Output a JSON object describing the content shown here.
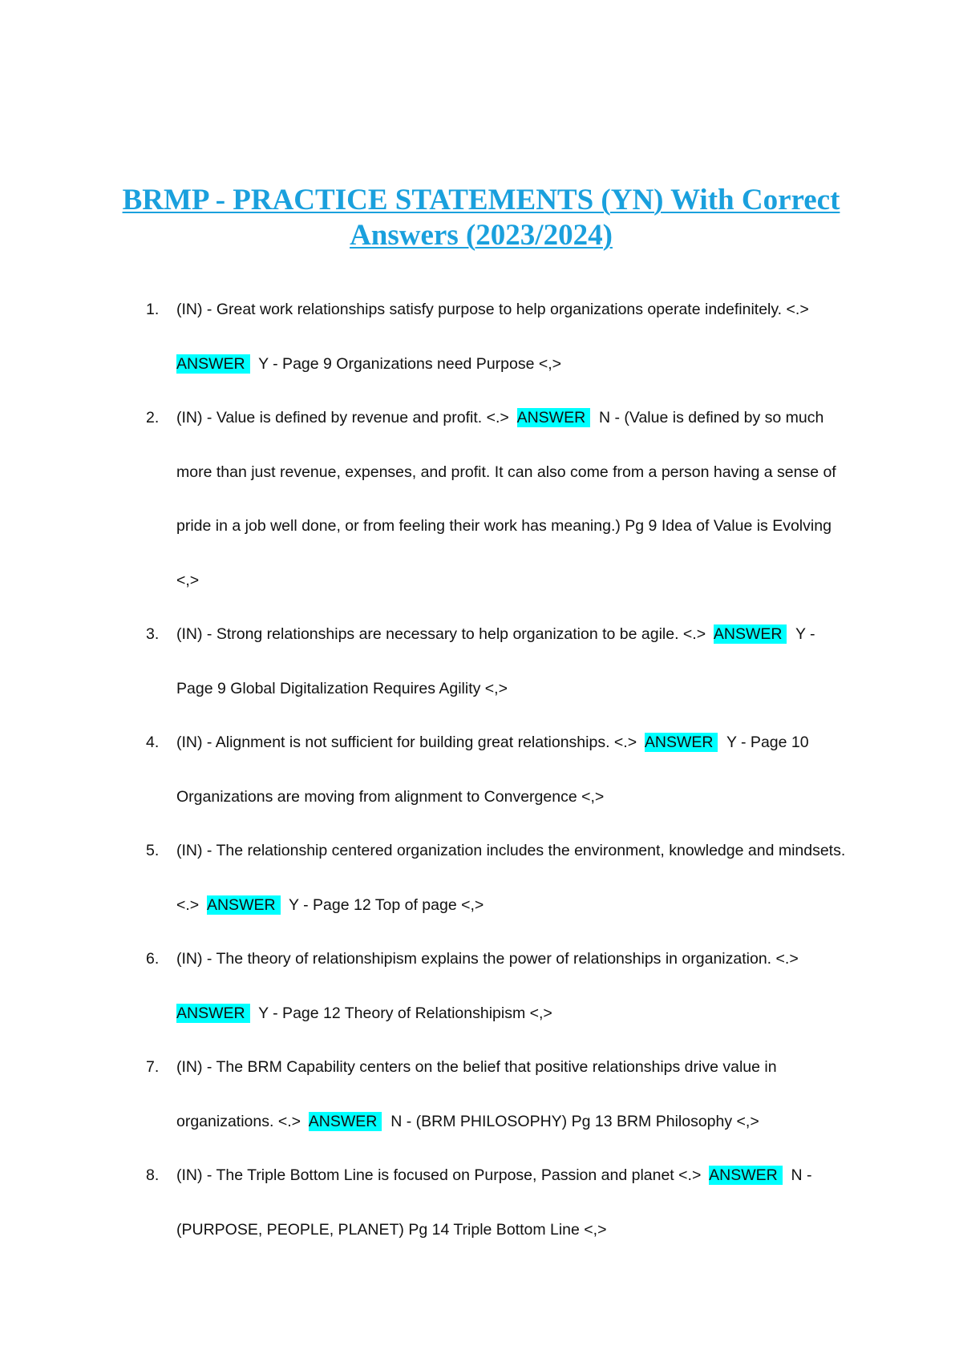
{
  "document": {
    "title": "BRMP - PRACTICE STATEMENTS (YN) With Correct Answers (2023/2024)",
    "answer_label": "ANSWER",
    "highlight_color": "#00ffff",
    "title_color": "#1aa0dd",
    "questions": [
      {
        "number": "1.",
        "statement": "(IN) - Great work relationships satisfy purpose to help organizations operate indefinitely. <.>",
        "answer": "Y - Page 9 Organizations need Purpose <,>"
      },
      {
        "number": "2.",
        "statement": "(IN) - Value is defined by revenue and profit. <.>",
        "answer": "N - (Value is defined by so much more than just revenue, expenses, and profit. It can also come from a person having a sense of pride in a job well done, or from feeling their work has meaning.) Pg 9 Idea of Value is Evolving <,>"
      },
      {
        "number": "3.",
        "statement": "(IN) - Strong relationships are necessary to help organization to be agile. <.>",
        "answer": "Y - Page 9 Global Digitalization Requires Agility <,>"
      },
      {
        "number": "4.",
        "statement": "(IN) - Alignment is not sufficient for building great relationships. <.>",
        "answer": "Y - Page 10 Organizations are moving from alignment to Convergence <,>"
      },
      {
        "number": "5.",
        "statement": "(IN) - The relationship centered organization includes the environment, knowledge and mindsets. <.>",
        "answer": "Y - Page 12 Top of page <,>"
      },
      {
        "number": "6.",
        "statement": "(IN) - The theory of relationshipism explains the power of relationships in organization. <.>",
        "answer": "Y - Page 12 Theory of Relationshipism <,>"
      },
      {
        "number": "7.",
        "statement": "(IN) - The BRM Capability centers on the belief that positive relationships drive value in organizations. <.>",
        "answer": "N - (BRM PHILOSOPHY) Pg 13 BRM Philosophy <,>"
      },
      {
        "number": "8.",
        "statement": "(IN) - The Triple Bottom Line is focused on Purpose, Passion and planet <.>",
        "answer": "N - (PURPOSE, PEOPLE, PLANET) Pg 14 Triple Bottom Line <,>"
      }
    ]
  }
}
